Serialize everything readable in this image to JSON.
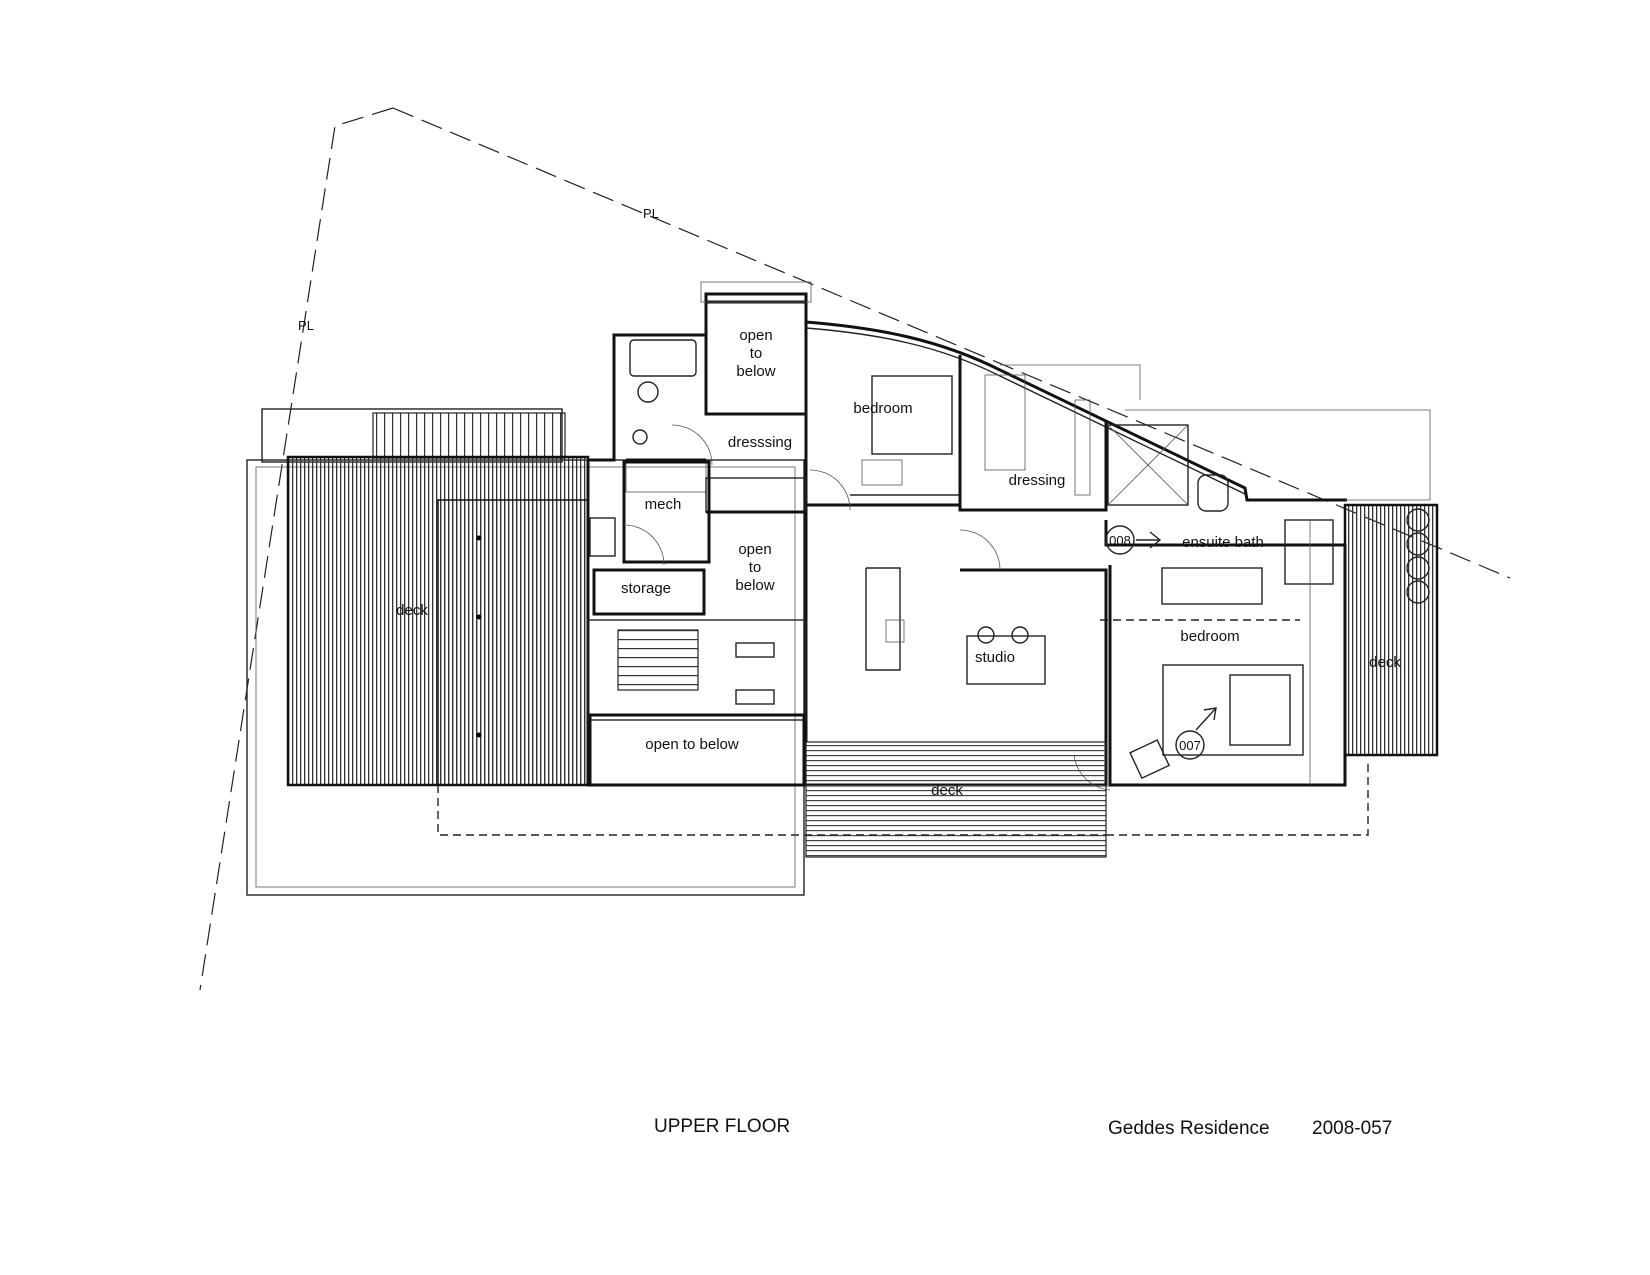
{
  "drawing": {
    "title": "UPPER FLOOR",
    "project": "Geddes Residence",
    "project_number": "2008-057"
  },
  "markers": {
    "property_line": "PL",
    "view_1": "008",
    "view_2": "007"
  },
  "rooms": {
    "open_to_below_1": [
      "open",
      "to",
      "below"
    ],
    "bedroom_1": "bedroom",
    "dressing_1": "dresssing",
    "dressing_2": "dressing",
    "mech": "mech",
    "storage": "storage",
    "open_to_below_2": [
      "open",
      "to",
      "below"
    ],
    "open_to_below_3": "open to  below",
    "studio": "studio",
    "ensuite_bath": "ensuite bath",
    "bedroom_2": "bedroom",
    "deck_west": "deck",
    "deck_south": "deck",
    "deck_east": "deck"
  },
  "colors": {
    "line": "#111111",
    "background": "#ffffff"
  }
}
